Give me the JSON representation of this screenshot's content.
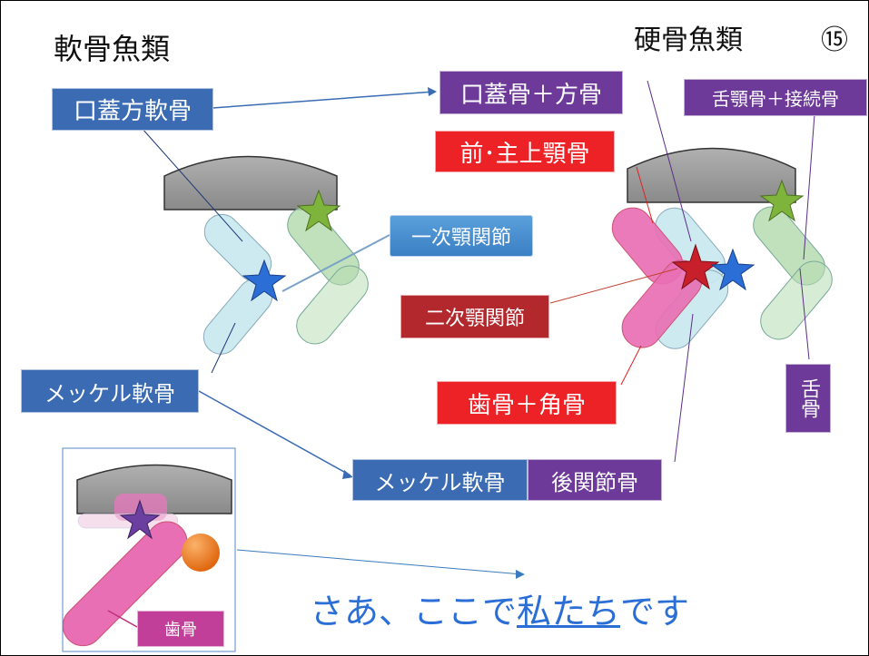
{
  "page_number": "⑮",
  "titles": {
    "cartilaginous": "軟骨魚類",
    "bony": "硬骨魚類"
  },
  "labels": {
    "palatoquadrate": "口蓋方軟骨",
    "palatine_quadrate": "口蓋骨＋方骨",
    "hyomandibular_symplectic": "舌顎骨＋接続骨",
    "premaxilla_maxilla": "前･主上顎骨",
    "primary_jaw_joint": "一次顎関節",
    "secondary_jaw_joint": "二次顎関節",
    "meckel_cartilage": "メッケル軟骨",
    "meckel_cartilage_2": "メッケル軟骨",
    "articular": "後関節骨",
    "dentary_angular": "歯骨＋角骨",
    "hyoid": "舌骨",
    "dentary": "歯骨"
  },
  "caption": {
    "prefix": "さあ、ここで",
    "link": "私たち",
    "suffix": "です"
  },
  "colors": {
    "label_blue": "#3a6bb3",
    "label_purple": "#6e3a9a",
    "label_red": "#ec2227",
    "label_darkred": "#b3282c",
    "cartilage_lightblue": "#c9e8f0",
    "bone_green": "#b6dcb0",
    "bone_pink": "#e86fb3",
    "skull_gray": "#9a9a9a",
    "star_blue": "#2a6ed6",
    "star_green": "#7fb43c",
    "star_red": "#c8202a",
    "star_purple": "#6b3fa0",
    "orange_ball": "#ee7d22"
  }
}
